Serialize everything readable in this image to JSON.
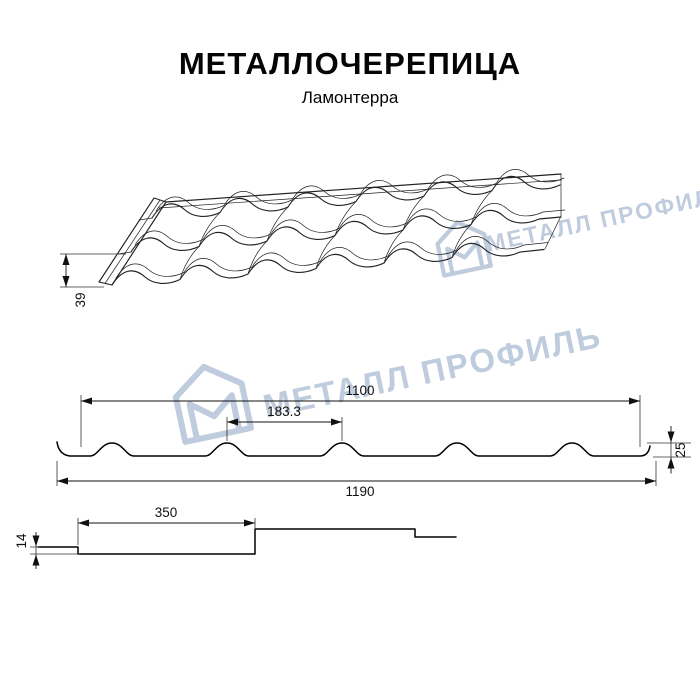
{
  "page": {
    "title": "МЕТАЛЛОЧЕРЕПИЦА",
    "subtitle": "Ламонтерра"
  },
  "watermark": {
    "text": "МЕТАЛЛ ПРОФИЛЬ"
  },
  "figures": {
    "roof_view": {
      "dim_eave_height": "39"
    },
    "cross_section": {
      "dim_cover_width": "1100",
      "dim_wave_step": "183.3",
      "dim_profile_height": "25",
      "dim_full_width": "1190"
    },
    "length_profile": {
      "dim_module_length": "350",
      "dim_step_height": "14"
    }
  }
}
